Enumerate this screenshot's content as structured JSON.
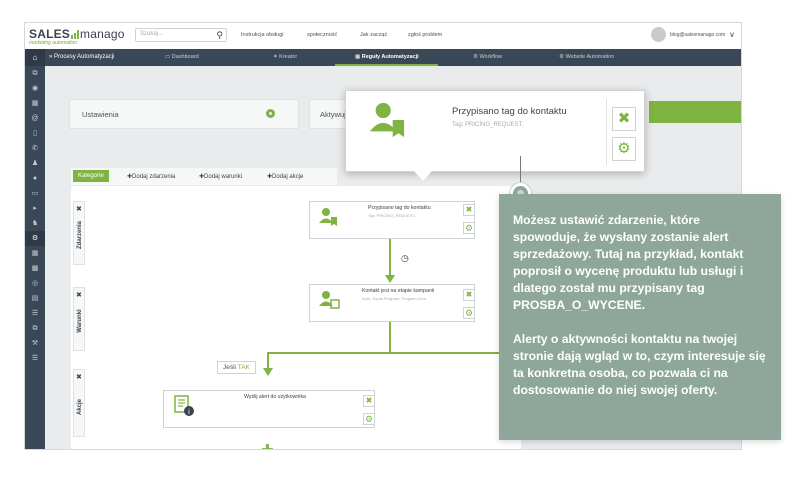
{
  "brand": {
    "name_part1": "SALES",
    "name_part2": "manago",
    "tagline": "marketing automation",
    "accent": "#7fb342",
    "nav_bg": "#3a4756",
    "tooltip_bg": "#8fa79a"
  },
  "search": {
    "placeholder": "Szukaj..."
  },
  "top_links": [
    "Instrukcja obsługi",
    "społeczność",
    "Jak zacząć",
    "zgłoś problem"
  ],
  "user": {
    "email": "blog@salesmanago.com"
  },
  "nav": {
    "breadcrumb": "Procesy Automatyzacji",
    "tabs": [
      "Dashboard",
      "Kreator",
      "Reguły Automatyzacji",
      "Workflow",
      "Website Automation"
    ],
    "active_tab": "Reguły Automatyzacji"
  },
  "settings": {
    "label": "Ustawienia",
    "active_rule_label": "Aktywuj reg"
  },
  "builder_tabs": [
    "Kategorie",
    "Dodaj zdarzenia",
    "Dodaj warunki",
    "Dodaj akcje"
  ],
  "sections": [
    "Zdarzenia",
    "Warunki",
    "Akcje"
  ],
  "cards": {
    "event": {
      "title": "Przypisano tag do kontaktu",
      "sub": "Tag: PRICING_REQUEST,"
    },
    "condition": {
      "title": "Kontakt jest na etapie kampanii",
      "sub": "Auto, Kopia Program, Program Zero"
    },
    "action": {
      "title": "Wyślij alert do użytkownika"
    }
  },
  "if_label": {
    "prefix": "Jeśli",
    "value": "TAK"
  },
  "popup": {
    "title": "Przypisano tag do kontaktu",
    "sub": "Tag: PRICING_REQUEST,"
  },
  "tooltip": {
    "p1": "Możesz ustawić zdarzenie, które spowoduje, że wysłany zostanie alert sprzedażowy. Tutaj na przykład, kontakt poprosił o wycenę produktu lub usługi i dlatego został mu przypisany tag PROSBA_O_WYCENE.",
    "p2": "Alerty o aktywności kontaktu na twojej stronie dają wgląd w to, czym interesuje się ta konkretna osoba, co pozwala ci na dostosowanie do niej swojej oferty."
  }
}
